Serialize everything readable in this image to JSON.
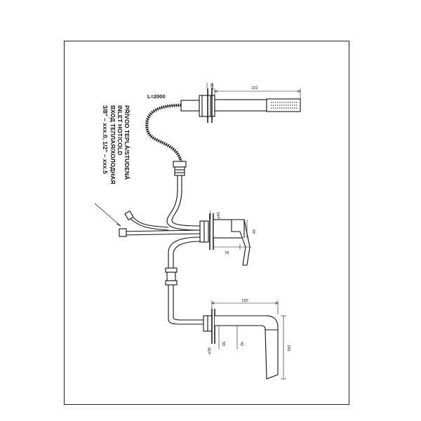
{
  "hose_length_label": "L=2000",
  "handshower": {
    "length_label": "222",
    "mount_label": "⌀35"
  },
  "mixer": {
    "diameter_label": "⌀43",
    "length_label": "78",
    "height_label": "49"
  },
  "spout": {
    "length_label": "150",
    "height_label": "160",
    "offset_a_label": "50",
    "offset_b_label": "42",
    "mount_label": "⌀35"
  },
  "inlet_note": {
    "lines": [
      "PŘÍVOD TEPLÁ/STUDENÁ",
      "INLET HOT/COLD",
      "ВХОД ТЕПЛАЯ/ХОЛОДНАЯ",
      "3/8\" – xxx.0, 1/2\" – xxx.5"
    ]
  }
}
